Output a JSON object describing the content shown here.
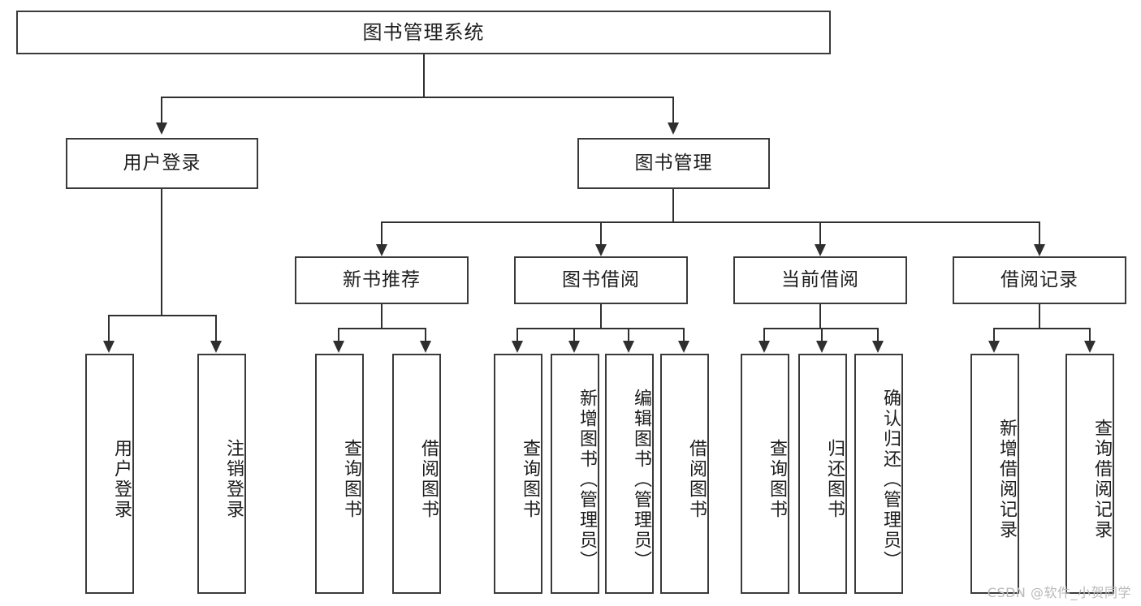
{
  "diagram": {
    "type": "tree-hierarchy-chart",
    "title": "图书管理系统",
    "watermark": "CSDN @软件_小贺同学",
    "colors": {
      "box_border": "#3a3a3a",
      "connector": "#2f2f2f",
      "background": "#ffffff",
      "text": "#1d1d1d",
      "watermark": "#b9b9b9"
    },
    "levels": {
      "root": {
        "label": "图书管理系统"
      },
      "level2": [
        {
          "label": "用户登录"
        },
        {
          "label": "图书管理"
        }
      ],
      "level3": [
        {
          "label": "新书推荐"
        },
        {
          "label": "图书借阅"
        },
        {
          "label": "当前借阅"
        },
        {
          "label": "借阅记录"
        }
      ],
      "leaves": {
        "user_login": [
          {
            "label": "用户登录"
          },
          {
            "label": "注销登录"
          }
        ],
        "new_book_recommend": [
          {
            "label": "查询图书"
          },
          {
            "label": "借阅图书"
          }
        ],
        "book_borrow": [
          {
            "label": "查询图书"
          },
          {
            "label": "新增图书（管理员）"
          },
          {
            "label": "编辑图书（管理员）"
          },
          {
            "label": "借阅图书"
          }
        ],
        "current_borrow": [
          {
            "label": "查询图书"
          },
          {
            "label": "归还图书"
          },
          {
            "label": "确认归还（管理员）"
          }
        ],
        "borrow_record": [
          {
            "label": "新增借阅记录"
          },
          {
            "label": "查询借阅记录"
          }
        ]
      }
    }
  }
}
